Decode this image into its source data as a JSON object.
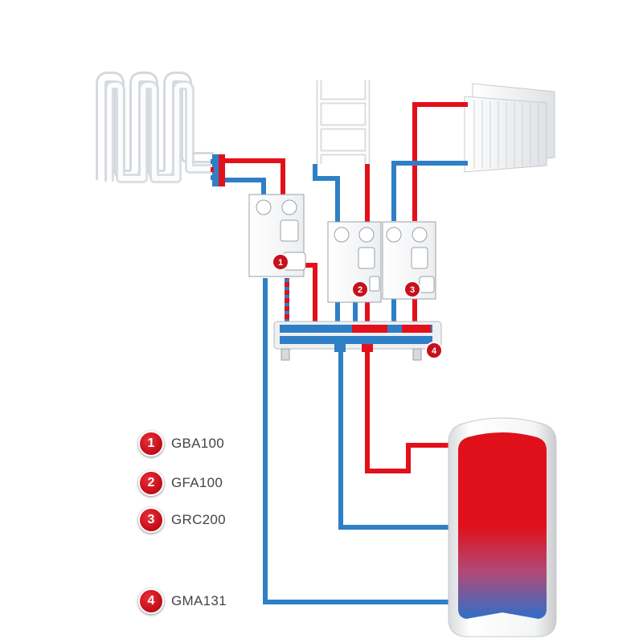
{
  "components": [
    {
      "number": "1",
      "label": "GBA100"
    },
    {
      "number": "2",
      "label": "GFA100"
    },
    {
      "number": "3",
      "label": "GRC200"
    },
    {
      "number": "4",
      "label": "GMA131"
    }
  ],
  "colors": {
    "hot": "#e3101c",
    "cold": "#2f7fc6",
    "badge": "#c8101c"
  }
}
